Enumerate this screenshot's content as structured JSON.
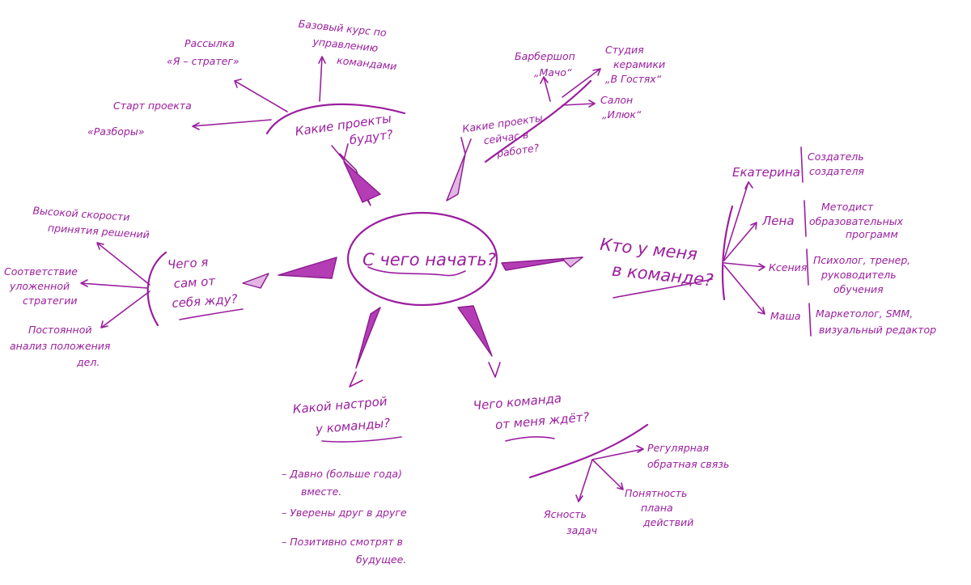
{
  "center": {
    "text": "С чего начать?"
  },
  "branches": {
    "projects_were": {
      "title_lines": [
        "Какие проекты",
        "будут?"
      ],
      "leaves": [
        {
          "lines": [
            "Рассылка",
            "«Я – стратег»"
          ]
        },
        {
          "lines": [
            "Базовый курс по",
            "управлению",
            "командами"
          ]
        },
        {
          "lines": [
            "Старт проекта",
            "«Разборы»"
          ]
        }
      ]
    },
    "projects_now": {
      "title_lines": [
        "Какие проекты",
        "сейчас в",
        "работе?"
      ],
      "leaves": [
        {
          "lines": [
            "Барбершоп",
            "„Мачо“"
          ]
        },
        {
          "lines": [
            "Студия",
            "керамики",
            "„В Гостях“"
          ]
        },
        {
          "lines": [
            "Салон",
            "„Илюк“"
          ]
        }
      ]
    },
    "team": {
      "title_lines": [
        "Кто у меня",
        "в команде?"
      ],
      "members": [
        {
          "name": "Екатерина",
          "role_lines": [
            "Создатель",
            "создателя"
          ]
        },
        {
          "name": "Лена",
          "role_lines": [
            "Методист",
            "образовательных",
            "программ"
          ]
        },
        {
          "name": "Ксения",
          "role_lines": [
            "Психолог, тренер,",
            "руководитель",
            "обучения"
          ]
        },
        {
          "name": "Маша",
          "role_lines": [
            "Маркетолог, SMM,",
            "визуальный редактор"
          ]
        }
      ]
    },
    "self": {
      "title_lines": [
        "Чего я",
        "сам от",
        "себя жду?"
      ],
      "leaves": [
        {
          "lines": [
            "Высокой скорости",
            "принятия решений"
          ]
        },
        {
          "lines": [
            "Соответствие",
            "уложенной",
            "стратегии"
          ]
        },
        {
          "lines": [
            "Постоянной",
            "анализ положения",
            "дел."
          ]
        }
      ]
    },
    "mood": {
      "title_lines": [
        "Какой настрой",
        "у команды?"
      ],
      "items": [
        "– Давно (больше года)",
        "вместе.",
        "– Уверены друг в друге",
        "– Позитивно смотрят в",
        "будущее."
      ]
    },
    "expect": {
      "title_lines": [
        "Чего команда",
        "от меня ждёт?"
      ],
      "leaves": [
        {
          "lines": [
            "Регулярная",
            "обратная связь"
          ]
        },
        {
          "lines": [
            "Понятность",
            "плана",
            "действий"
          ]
        },
        {
          "lines": [
            "Ясность",
            "задач"
          ]
        }
      ]
    }
  },
  "colors": {
    "ink": "#9b1f9e",
    "fill": "#b43db6",
    "fill_light": "#e3b6e4"
  }
}
